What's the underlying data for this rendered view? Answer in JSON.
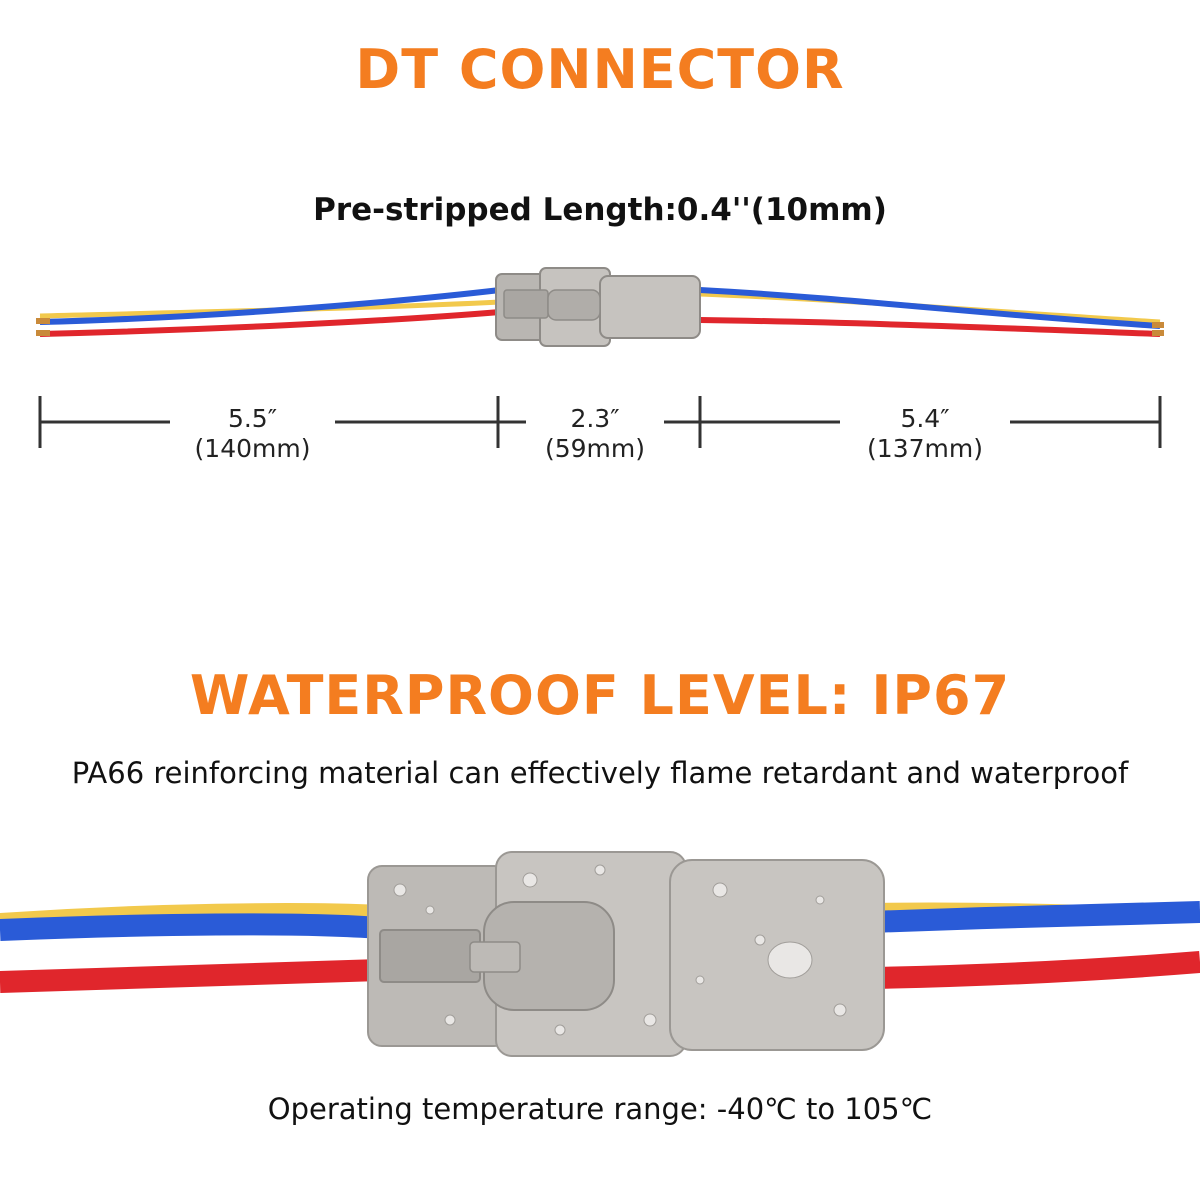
{
  "header": {
    "title": "DT CONNECTOR",
    "pre_stripped": "Pre-stripped Length:0.4''(10mm)"
  },
  "dimensions": [
    {
      "inch": "5.5″",
      "mm": "(140mm)"
    },
    {
      "inch": "2.3″",
      "mm": "(59mm)"
    },
    {
      "inch": "5.4″",
      "mm": "(137mm)"
    }
  ],
  "waterproof": {
    "title": "WATERPROOF LEVEL: IP67",
    "description": "PA66 reinforcing material can effectively flame retardant and waterproof"
  },
  "footer": {
    "temperature": "Operating temperature range: -40℃ to 105℃"
  },
  "colors": {
    "accent": "#f47d20",
    "wire_blue": "#2a5bd7",
    "wire_red": "#e0262c",
    "wire_yellow": "#f2c94c",
    "connector_grey": "#b9b6b2"
  },
  "icons": [
    "connector-harness-image",
    "connector-closeup-image"
  ]
}
